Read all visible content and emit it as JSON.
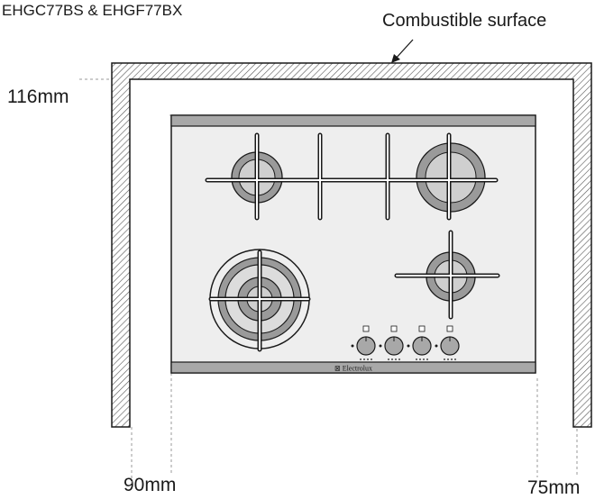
{
  "title": "EHGC77BS & EHGF77BX",
  "surface_label": "Combustible surface",
  "dimensions": {
    "top": "116mm",
    "left": "90mm",
    "right": "75mm"
  },
  "brand": "Electrolux",
  "knob_count": 4,
  "burners": [
    "top-left-burner",
    "top-right-burner",
    "bottom-left-wok-burner",
    "bottom-right-small-burner"
  ],
  "colors": {
    "line": "#1a1a1a",
    "hatch": "#555555",
    "glass": "#eeeeee",
    "burner_ring": "#9a9a9a",
    "burner_fill": "#cfcfcf",
    "trim": "#a8a8a8",
    "dashed": "#9a9a9a"
  }
}
